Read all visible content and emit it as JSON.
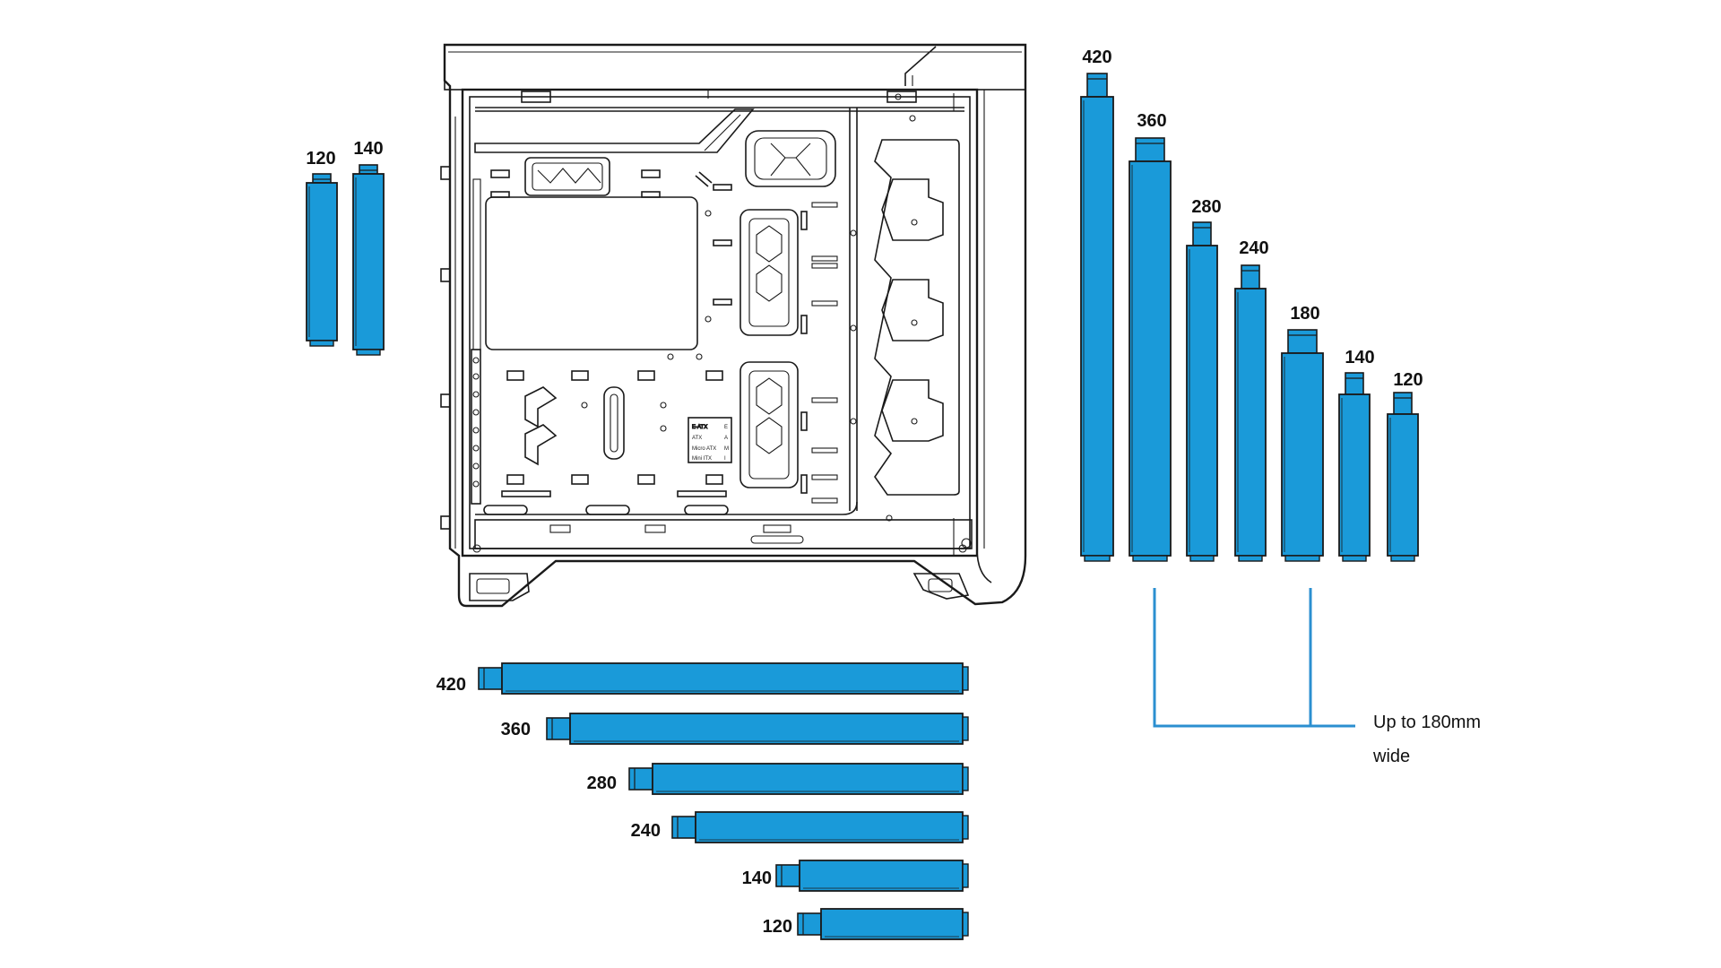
{
  "colors": {
    "radiator": "#1a9ad9",
    "outline": "#1a1a1a",
    "bracket": "#2b8fd0",
    "background": "#ffffff"
  },
  "case": {
    "board_lines": [
      "E-ATX",
      "ATX",
      "Micro ATX",
      "Mini ITX"
    ],
    "board_marks": [
      "E",
      "A",
      "M",
      "I"
    ]
  },
  "radiators": {
    "side": [
      {
        "size": "120"
      },
      {
        "size": "140"
      }
    ],
    "front": [
      {
        "size": "420"
      },
      {
        "size": "360"
      },
      {
        "size": "280"
      },
      {
        "size": "240"
      },
      {
        "size": "180"
      },
      {
        "size": "140"
      },
      {
        "size": "120"
      }
    ],
    "bottom": [
      {
        "size": "420"
      },
      {
        "size": "360"
      },
      {
        "size": "280"
      },
      {
        "size": "240"
      },
      {
        "size": "140"
      },
      {
        "size": "120"
      }
    ]
  },
  "annotation": {
    "line1": "Up to 180mm",
    "line2": "wide"
  }
}
